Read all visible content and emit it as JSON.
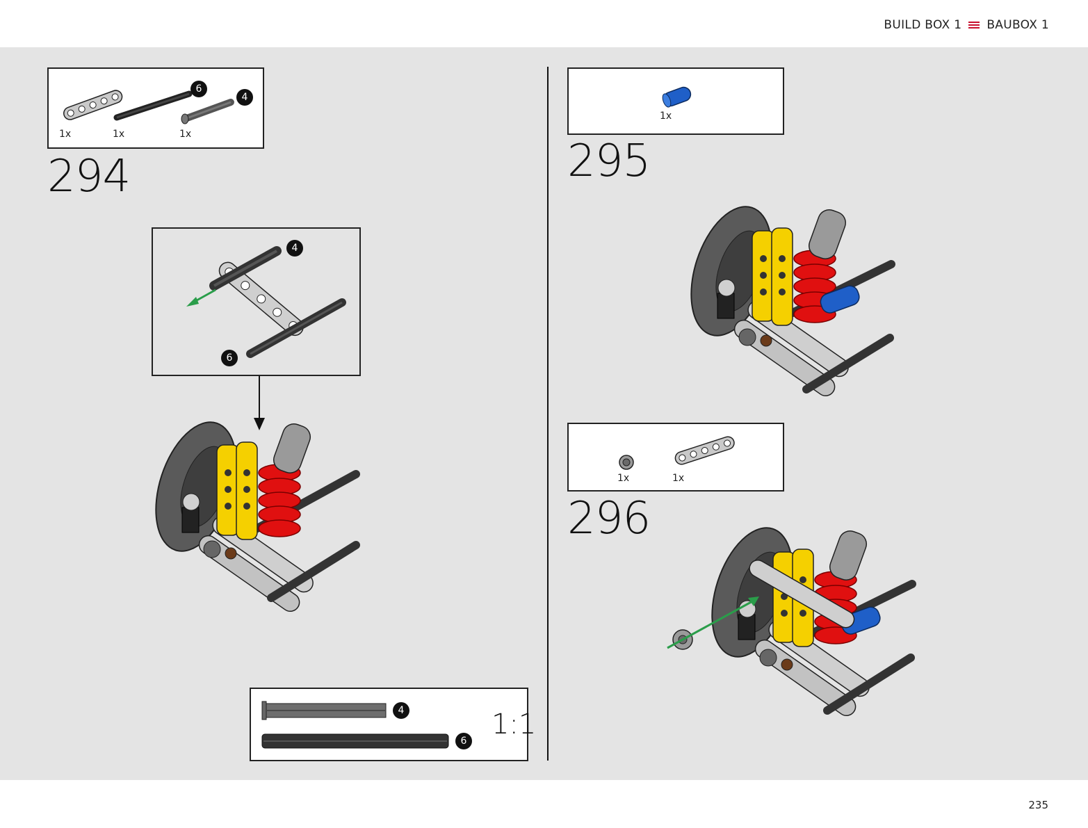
{
  "header": {
    "build_box": "BUILD BOX 1",
    "bau_box": "BAUBOX 1"
  },
  "footer": {
    "page_number": "235"
  },
  "steps": [
    {
      "number": "294",
      "parts": [
        {
          "qty": "1x",
          "icon": "beam-5-light-gray-icon"
        },
        {
          "qty": "1x",
          "icon": "axle-6-black-icon",
          "length_badge": "6"
        },
        {
          "qty": "1x",
          "icon": "axle-4-dark-gray-icon",
          "length_badge": "4"
        }
      ],
      "callout": {
        "axle_badge_top": "4",
        "axle_badge_bottom": "6"
      },
      "scale_reference": {
        "ratio": "1:1",
        "axle_4_badge": "4",
        "axle_6_badge": "6"
      }
    },
    {
      "number": "295",
      "parts": [
        {
          "qty": "1x",
          "icon": "pin-connector-blue-icon"
        }
      ]
    },
    {
      "number": "296",
      "parts": [
        {
          "qty": "1x",
          "icon": "bush-light-gray-icon"
        },
        {
          "qty": "1x",
          "icon": "beam-5-light-gray-icon"
        }
      ]
    }
  ],
  "colors": {
    "accent": "#c8102e",
    "background": "#e4e4e4",
    "yellow": "#f5d000",
    "red": "#e01010",
    "blue": "#1f5fc8",
    "green_arrow": "#2a9d4a",
    "light_gray": "#bdbdbd",
    "dark_gray": "#555555"
  }
}
